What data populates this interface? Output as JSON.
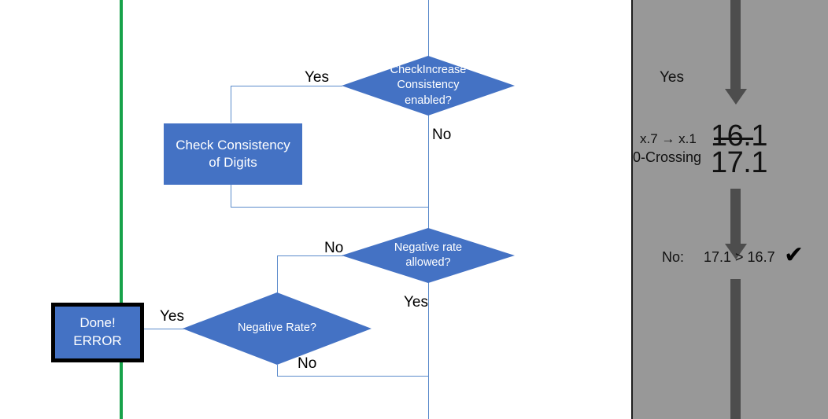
{
  "flowchart": {
    "nodes": {
      "check_increase_decision": {
        "lines": [
          "CheckIncrease",
          "Consistency",
          "enabled?"
        ]
      },
      "check_consistency_box": {
        "lines": [
          "Check Consistency",
          "of Digits"
        ]
      },
      "negative_rate_allowed_decision": {
        "lines": [
          "Negative rate",
          "allowed?"
        ]
      },
      "negative_rate_decision": {
        "lines": [
          "Negative Rate?"
        ]
      },
      "error_box": {
        "line1": "Done!",
        "line2": "ERROR"
      }
    },
    "edge_labels": {
      "check_increase_yes": "Yes",
      "check_increase_no": "No",
      "negative_rate_allowed_no": "No",
      "negative_rate_allowed_yes": "Yes",
      "negative_rate_yes": "Yes",
      "negative_rate_no": "No"
    },
    "colors": {
      "shape_fill": "#4472c4",
      "connector": "#5b8bcb",
      "highlight_line": "#17a24a",
      "shape_text": "#ffffff"
    }
  },
  "annotation_panel": {
    "branch_label": "Yes",
    "rule_label_line1": "x.7 → x.1",
    "rule_label_line2": "0-Crossing",
    "value_struck": "16.1",
    "value_result": "17.1",
    "comparison_branch": "No:",
    "comparison_expression": "17.1 > 16.7",
    "comparison_mark": "✔",
    "colors": {
      "panel_bg": "#989898",
      "arrow": "#4d4d4d",
      "text": "#111111"
    }
  }
}
